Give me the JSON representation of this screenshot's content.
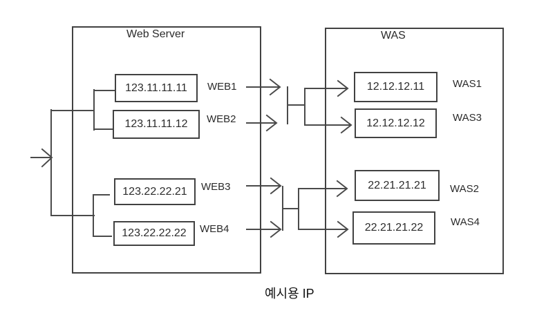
{
  "caption": "예시용 IP",
  "colors": {
    "background": "#ffffff",
    "line": "#4a4a4a",
    "box_border": "#414141",
    "text": "#2b2b2b"
  },
  "groups": {
    "web": {
      "title": "Web Server",
      "nodes": [
        {
          "ip": "123.11.11.11",
          "label": "WEB1"
        },
        {
          "ip": "123.11.11.12",
          "label": "WEB2"
        },
        {
          "ip": "123.22.22.21",
          "label": "WEB3"
        },
        {
          "ip": "123.22.22.22",
          "label": "WEB4"
        }
      ]
    },
    "was": {
      "title": "WAS",
      "nodes": [
        {
          "ip": "12.12.12.11",
          "label": "WAS1"
        },
        {
          "ip": "12.12.12.12",
          "label": "WAS3"
        },
        {
          "ip": "22.21.21.21",
          "label": "WAS2"
        },
        {
          "ip": "22.21.21.22",
          "label": "WAS4"
        }
      ]
    }
  },
  "connections": [
    {
      "from": "input-arrow",
      "to": [
        "WEB1",
        "WEB2",
        "WEB3",
        "WEB4"
      ]
    },
    {
      "from": [
        "WEB1",
        "WEB2"
      ],
      "to": [
        "WAS1",
        "WAS3"
      ]
    },
    {
      "from": [
        "WEB3",
        "WEB4"
      ],
      "to": [
        "WAS2",
        "WAS4"
      ]
    }
  ]
}
